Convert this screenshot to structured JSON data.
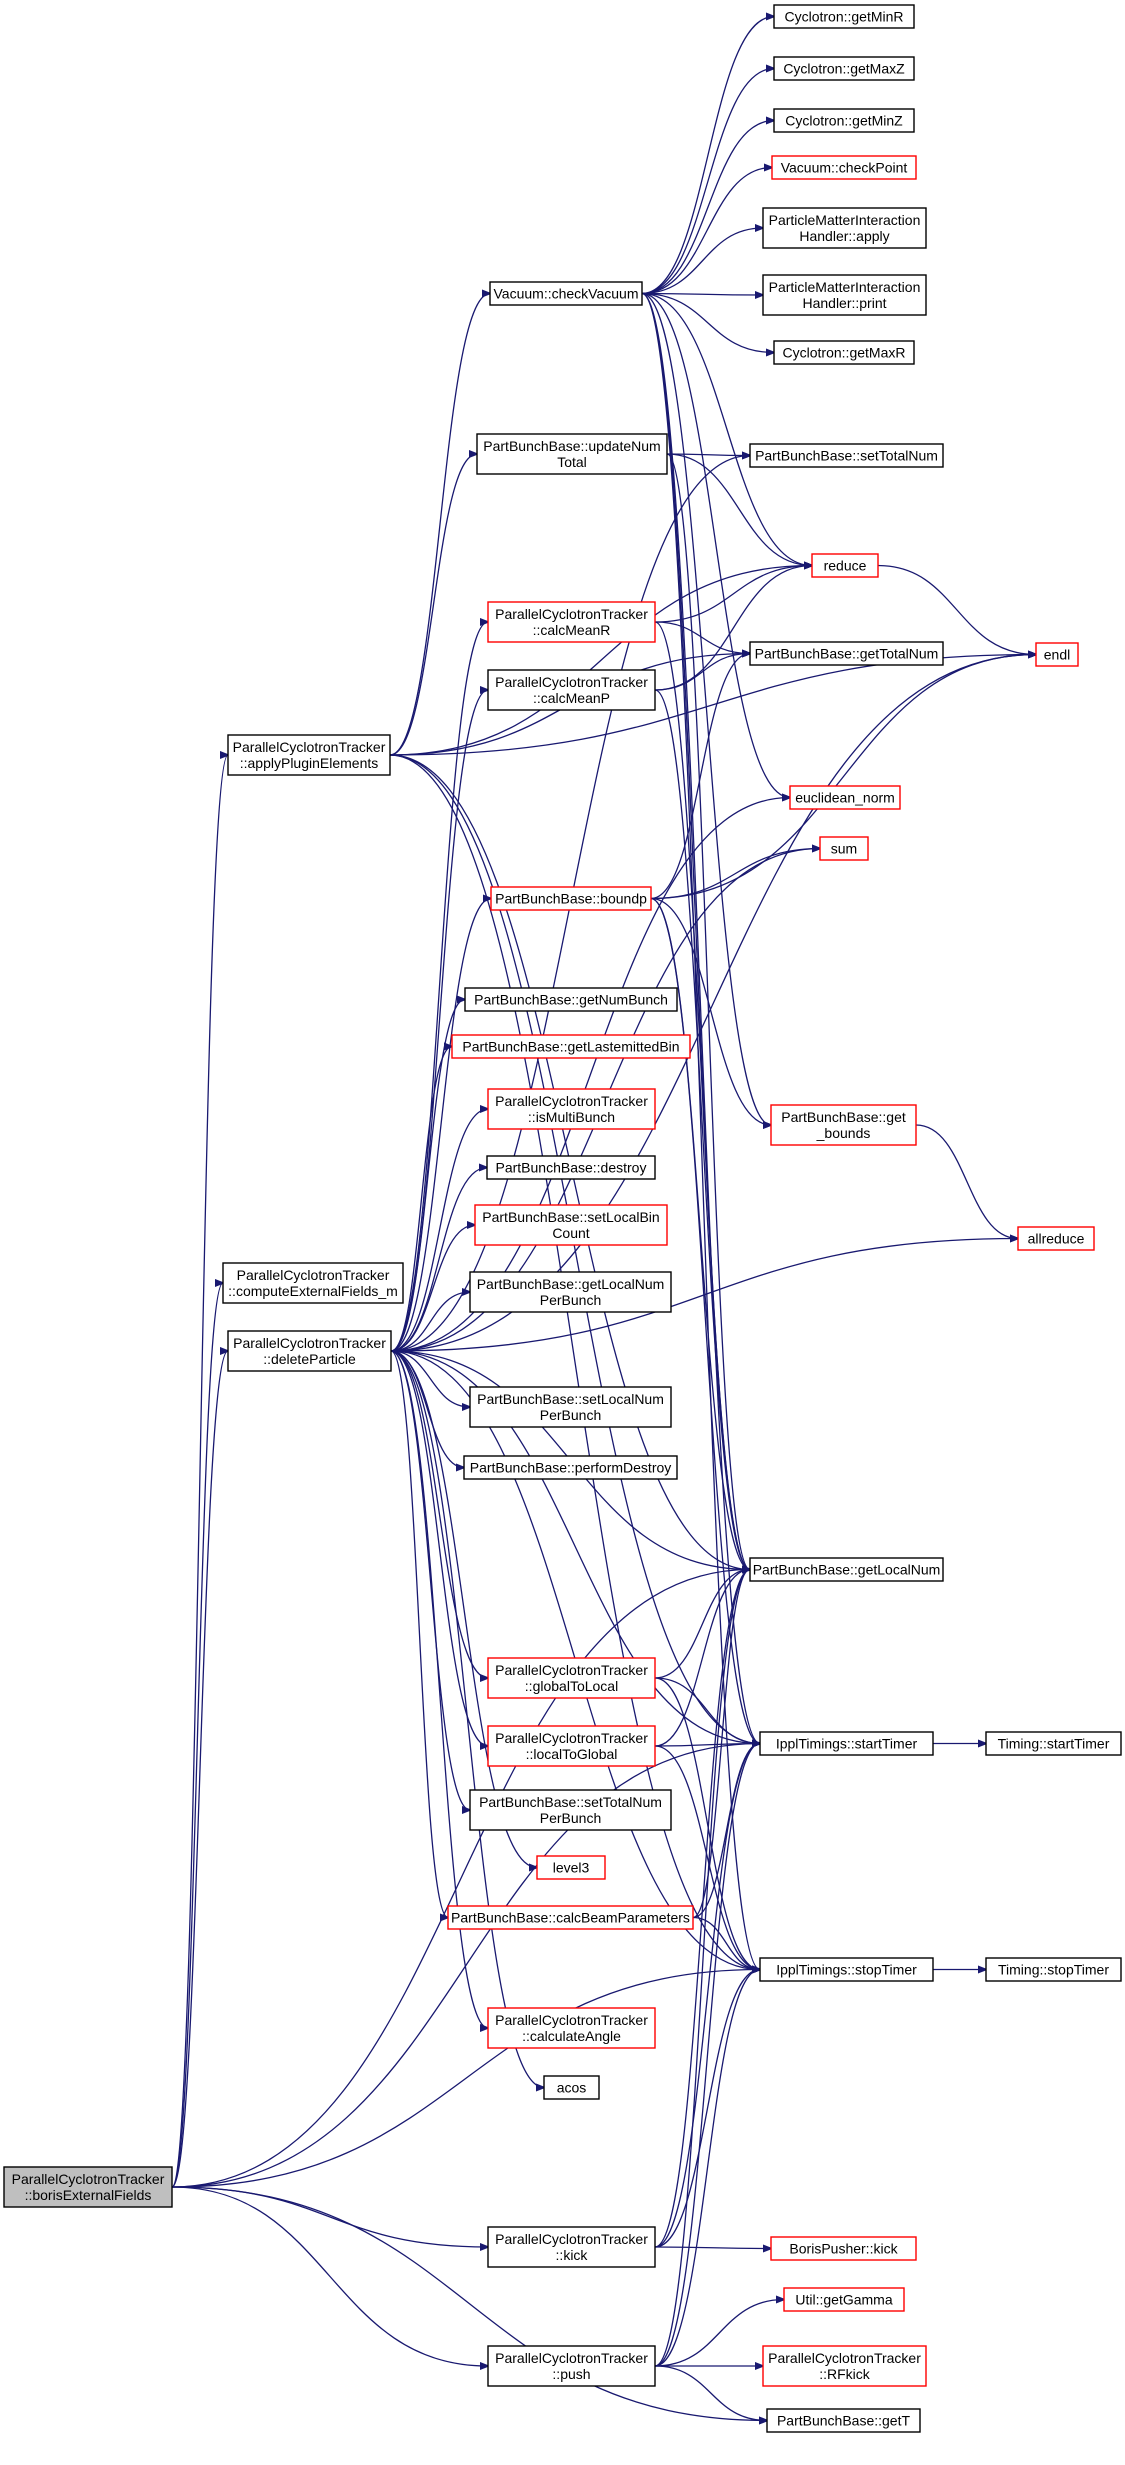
{
  "graph": {
    "colors": {
      "edge": "#191970",
      "node_border": "#000000",
      "node_border_missing": "#ff0000",
      "focus_fill": "#bfbfbf"
    },
    "nodes": [
      {
        "id": "borisExternalFields",
        "lines": [
          "ParallelCyclotronTracker",
          "::borisExternalFields"
        ],
        "style": "focus"
      },
      {
        "id": "applyPluginElements",
        "lines": [
          "ParallelCyclotronTracker",
          "::applyPluginElements"
        ],
        "style": "black"
      },
      {
        "id": "computeExternalFields_m",
        "lines": [
          "ParallelCyclotronTracker",
          "::computeExternalFields_m"
        ],
        "style": "black"
      },
      {
        "id": "deleteParticle",
        "lines": [
          "ParallelCyclotronTracker",
          "::deleteParticle"
        ],
        "style": "black"
      },
      {
        "id": "checkVacuum",
        "lines": [
          "Vacuum::checkVacuum"
        ],
        "style": "black"
      },
      {
        "id": "getMinR",
        "lines": [
          "Cyclotron::getMinR"
        ],
        "style": "black"
      },
      {
        "id": "getMaxZ",
        "lines": [
          "Cyclotron::getMaxZ"
        ],
        "style": "black"
      },
      {
        "id": "getMinZ",
        "lines": [
          "Cyclotron::getMinZ"
        ],
        "style": "black"
      },
      {
        "id": "checkPoint",
        "lines": [
          "Vacuum::checkPoint"
        ],
        "style": "red"
      },
      {
        "id": "pmihApply",
        "lines": [
          "ParticleMatterInteraction",
          "Handler::apply"
        ],
        "style": "black"
      },
      {
        "id": "pmihPrint",
        "lines": [
          "ParticleMatterInteraction",
          "Handler::print"
        ],
        "style": "black"
      },
      {
        "id": "getMaxR",
        "lines": [
          "Cyclotron::getMaxR"
        ],
        "style": "black"
      },
      {
        "id": "updateNumTotal",
        "lines": [
          "PartBunchBase::updateNum",
          "Total"
        ],
        "style": "black"
      },
      {
        "id": "setTotalNum",
        "lines": [
          "PartBunchBase::setTotalNum"
        ],
        "style": "black"
      },
      {
        "id": "reduce",
        "lines": [
          "reduce"
        ],
        "style": "red"
      },
      {
        "id": "endl",
        "lines": [
          "endl"
        ],
        "style": "red"
      },
      {
        "id": "calcMeanR",
        "lines": [
          "ParallelCyclotronTracker",
          "::calcMeanR"
        ],
        "style": "red"
      },
      {
        "id": "getTotalNum",
        "lines": [
          "PartBunchBase::getTotalNum"
        ],
        "style": "black"
      },
      {
        "id": "calcMeanP",
        "lines": [
          "ParallelCyclotronTracker",
          "::calcMeanP"
        ],
        "style": "black"
      },
      {
        "id": "euclidean_norm",
        "lines": [
          "euclidean_norm"
        ],
        "style": "red"
      },
      {
        "id": "sum",
        "lines": [
          "sum"
        ],
        "style": "red"
      },
      {
        "id": "boundp",
        "lines": [
          "PartBunchBase::boundp"
        ],
        "style": "red"
      },
      {
        "id": "getNumBunch",
        "lines": [
          "PartBunchBase::getNumBunch"
        ],
        "style": "black"
      },
      {
        "id": "getLastemittedBin",
        "lines": [
          "PartBunchBase::getLastemittedBin"
        ],
        "style": "red"
      },
      {
        "id": "isMultiBunch",
        "lines": [
          "ParallelCyclotronTracker",
          "::isMultiBunch"
        ],
        "style": "red"
      },
      {
        "id": "getBounds",
        "lines": [
          "PartBunchBase::get",
          "_bounds"
        ],
        "style": "red"
      },
      {
        "id": "destroy",
        "lines": [
          "PartBunchBase::destroy"
        ],
        "style": "black"
      },
      {
        "id": "setLocalBinCount",
        "lines": [
          "PartBunchBase::setLocalBin",
          "Count"
        ],
        "style": "red"
      },
      {
        "id": "allreduce",
        "lines": [
          "allreduce"
        ],
        "style": "red"
      },
      {
        "id": "getLocalNumPerBunch",
        "lines": [
          "PartBunchBase::getLocalNum",
          "PerBunch"
        ],
        "style": "black"
      },
      {
        "id": "setLocalNumPerBunch",
        "lines": [
          "PartBunchBase::setLocalNum",
          "PerBunch"
        ],
        "style": "black"
      },
      {
        "id": "performDestroy",
        "lines": [
          "PartBunchBase::performDestroy"
        ],
        "style": "black"
      },
      {
        "id": "getLocalNum",
        "lines": [
          "PartBunchBase::getLocalNum"
        ],
        "style": "black"
      },
      {
        "id": "globalToLocal",
        "lines": [
          "ParallelCyclotronTracker",
          "::globalToLocal"
        ],
        "style": "red"
      },
      {
        "id": "localToGlobal",
        "lines": [
          "ParallelCyclotronTracker",
          "::localToGlobal"
        ],
        "style": "red"
      },
      {
        "id": "ipplStartTimer",
        "lines": [
          "IpplTimings::startTimer"
        ],
        "style": "black"
      },
      {
        "id": "timingStartTimer",
        "lines": [
          "Timing::startTimer"
        ],
        "style": "black"
      },
      {
        "id": "setTotalNumPerBunch",
        "lines": [
          "PartBunchBase::setTotalNum",
          "PerBunch"
        ],
        "style": "black"
      },
      {
        "id": "level3",
        "lines": [
          "level3"
        ],
        "style": "red"
      },
      {
        "id": "calcBeamParameters",
        "lines": [
          "PartBunchBase::calcBeamParameters"
        ],
        "style": "red"
      },
      {
        "id": "ipplStopTimer",
        "lines": [
          "IpplTimings::stopTimer"
        ],
        "style": "black"
      },
      {
        "id": "timingStopTimer",
        "lines": [
          "Timing::stopTimer"
        ],
        "style": "black"
      },
      {
        "id": "calculateAngle",
        "lines": [
          "ParallelCyclotronTracker",
          "::calculateAngle"
        ],
        "style": "red"
      },
      {
        "id": "acos",
        "lines": [
          "acos"
        ],
        "style": "black"
      },
      {
        "id": "kick",
        "lines": [
          "ParallelCyclotronTracker",
          "::kick"
        ],
        "style": "black"
      },
      {
        "id": "borisKick",
        "lines": [
          "BorisPusher::kick"
        ],
        "style": "red"
      },
      {
        "id": "getGamma",
        "lines": [
          "Util::getGamma"
        ],
        "style": "red"
      },
      {
        "id": "push",
        "lines": [
          "ParallelCyclotronTracker",
          "::push"
        ],
        "style": "black"
      },
      {
        "id": "RFkick",
        "lines": [
          "ParallelCyclotronTracker",
          "::RFkick"
        ],
        "style": "red"
      },
      {
        "id": "getT",
        "lines": [
          "PartBunchBase::getT"
        ],
        "style": "black"
      }
    ]
  }
}
